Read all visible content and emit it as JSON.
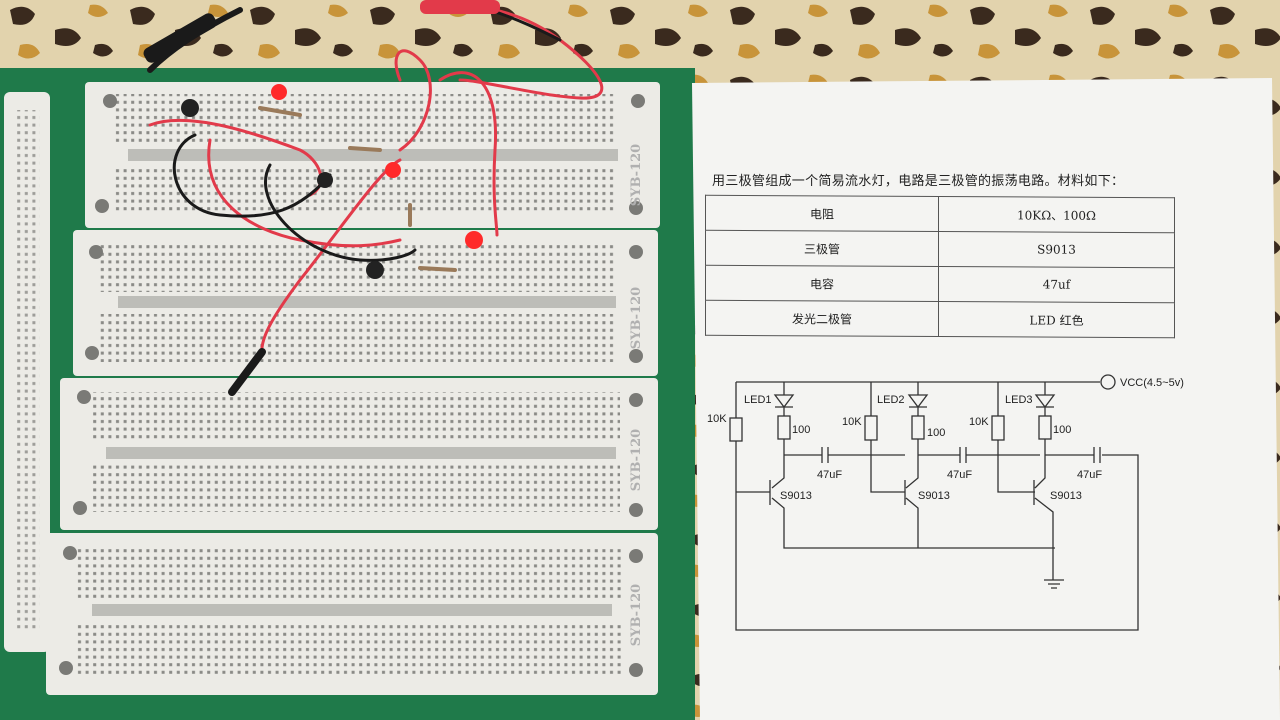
{
  "photo": {
    "board_label": "SYB-120",
    "paper": {
      "heading": "用三极管组成一个简易流水灯，电路是三极管的振荡电路。材料如下：",
      "materials_table": [
        {
          "name": "电阻",
          "value": "10KΩ、100Ω"
        },
        {
          "name": "三极管",
          "value": "S9013"
        },
        {
          "name": "电容",
          "value": "47uf"
        },
        {
          "name": "发光二极管",
          "value": "LED 红色"
        }
      ],
      "schematic": {
        "vcc_label": "VCC(4.5~5v)",
        "leds": [
          "LED1",
          "LED2",
          "LED3"
        ],
        "base_resistor": "10K",
        "led_resistor": "100",
        "capacitor": "47uF",
        "transistor": "S9013"
      }
    },
    "colors": {
      "mat": "#1f7a4a",
      "breadboard": "#ecebe6",
      "paper": "#f4f4f2",
      "red_wire": "#e23a4a",
      "black_wire": "#1a1a1a",
      "led": "#ff2a2a"
    }
  }
}
